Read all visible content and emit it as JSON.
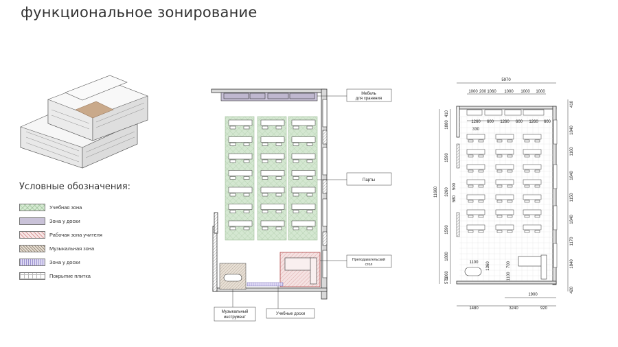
{
  "page": {
    "title": "функциональное зонирование"
  },
  "legend": {
    "title": "Условные обозначения:",
    "items": [
      {
        "label": "Учебная зона",
        "color": "#cfe3cc",
        "pattern": "cross-green"
      },
      {
        "label": "Зона у доски",
        "color": "#c9c2d8",
        "pattern": "solid-lavender"
      },
      {
        "label": "Рабочая зона учителя",
        "color": "#f0d6d6",
        "pattern": "hatch-red"
      },
      {
        "label": "Музыкальная зона",
        "color": "#d9d0c4",
        "pattern": "hatch-brown"
      },
      {
        "label": "Зона у доски",
        "color": "#cfc9ea",
        "pattern": "hatch-blue"
      },
      {
        "label": "Покрытие плитка",
        "color": "#ffffff",
        "pattern": "grid"
      }
    ]
  },
  "callouts": {
    "storage": "Мебель\nдля хранения",
    "desks": "Парты",
    "teacher_desk": "Преподавательский\nстол",
    "instrument": "Музыкальный\nинструмент",
    "boards": "Учебные доски"
  },
  "dimensions": {
    "top_total": "5970",
    "top_segments": [
      "1000",
      "200",
      "1060",
      "1000",
      "1000",
      "1000"
    ],
    "desk_row": [
      "1260",
      "600",
      "1260",
      "600",
      "1260",
      "600"
    ],
    "desk_width": "330",
    "left_total": "11660",
    "left_top": "410",
    "left_segments": [
      "1880",
      "1590",
      "3260",
      "1590",
      "1880",
      "1260",
      "570"
    ],
    "left_inner": [
      "500",
      "580"
    ],
    "right_segments": [
      "410",
      "1840",
      "1160",
      "1840",
      "1150",
      "1840",
      "1170",
      "1840",
      "420"
    ],
    "bottom_row1": "1900",
    "bottom_row2": [
      "1480",
      "3240",
      "920"
    ],
    "inner_front": [
      "1100",
      "1360",
      "700",
      "1100"
    ]
  }
}
